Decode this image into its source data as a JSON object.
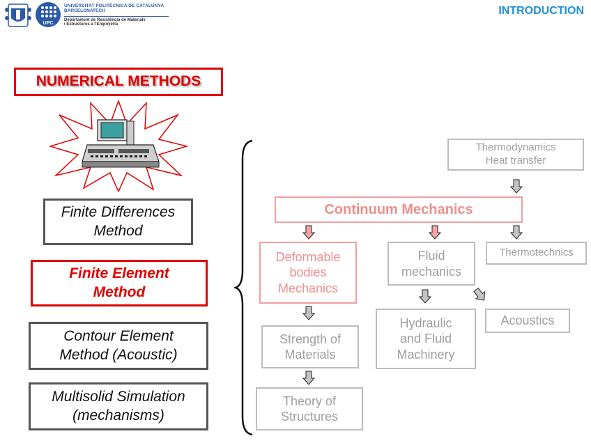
{
  "header": {
    "university": "UNIVERSITAT POLITÈCNICA DE CATALUNYA",
    "campus": "BARCELONATECH",
    "department_line1": "Departament de Resistència de Materials",
    "department_line2": "i Estructures a l'Enginyeria",
    "logo_badge": "UPC",
    "section_title": "INTRODUCTION"
  },
  "left": {
    "title": "NUMERICAL METHODS",
    "methods": [
      {
        "line1": "Finite Differences",
        "line2": "Method"
      },
      {
        "line1": "Finite Element",
        "line2": "Method"
      },
      {
        "line1": "Contour Element",
        "line2": "Method (Acoustic)"
      },
      {
        "line1": "Multisolid Simulation",
        "line2": "(mechanisms)"
      }
    ]
  },
  "diagram": {
    "thermo": {
      "line1": "Thermodynamics",
      "line2": "Heat transfer"
    },
    "continuum": "Continuum Mechanics",
    "deformable": {
      "line1": "Deformable",
      "line2": "bodies",
      "line3": "Mechanics"
    },
    "fluid": {
      "line1": "Fluid",
      "line2": "mechanics"
    },
    "thermotechnics": "Thermotechnics",
    "hydraulic": {
      "line1": "Hydraulic",
      "line2": "and Fluid",
      "line3": "Machinery"
    },
    "acoustics": "Acoustics",
    "strength": {
      "line1": "Strength of",
      "line2": "Materials"
    },
    "theory": {
      "line1": "Theory of",
      "line2": "Structures"
    }
  },
  "colors": {
    "accent_red": "#e00000",
    "header_blue": "#1f8fd6",
    "pink": "#ef8d8d",
    "gray": "#9e9e9e"
  }
}
